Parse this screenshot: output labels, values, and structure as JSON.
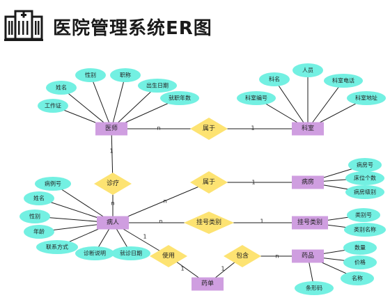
{
  "header": {
    "title": "医院管理系统ER图",
    "logo_icon": "hospital-building-icon"
  },
  "colors": {
    "entity": "#cf9ee0",
    "relationship": "#fde372",
    "attribute": "#73f0e2",
    "line": "#1a1a1a",
    "text": "#222222"
  },
  "entities": {
    "doctor": "医师",
    "department": "科室",
    "patient": "病人",
    "ward": "病房",
    "reg_category": "挂号类别",
    "medicine": "药品",
    "prescription": "药单"
  },
  "relationships": {
    "belongs_dept": "属于",
    "diagnose": "诊疗",
    "belongs_ward": "属于",
    "registration": "挂号类别",
    "use": "使用",
    "contain": "包含"
  },
  "attributes": {
    "doctor": [
      "工作证",
      "姓名",
      "性别",
      "职称",
      "出生日期",
      "就职年数"
    ],
    "department": [
      "科室编号",
      "科名",
      "人员",
      "科室电话",
      "科室地址"
    ],
    "patient": [
      "病例号",
      "姓名",
      "性别",
      "年龄",
      "联系方式",
      "诊断说明",
      "就诊日期"
    ],
    "ward": [
      "病房号",
      "床位个数",
      "病房级别"
    ],
    "reg_category": [
      "类别号",
      "类别名称"
    ],
    "medicine": [
      "数量",
      "价格",
      "名称",
      "条形码"
    ]
  },
  "cardinality": {
    "doctor_dept_n": "n",
    "doctor_dept_1": "1",
    "doctor_diag_1": "1",
    "patient_diag_n": "n",
    "patient_ward_n": "n",
    "ward_1": "1",
    "patient_reg_n": "n",
    "reg_1": "1",
    "patient_use_1": "1",
    "prescription_use_1": "1",
    "prescription_contain_1": "1",
    "medicine_contain_n": "n"
  }
}
